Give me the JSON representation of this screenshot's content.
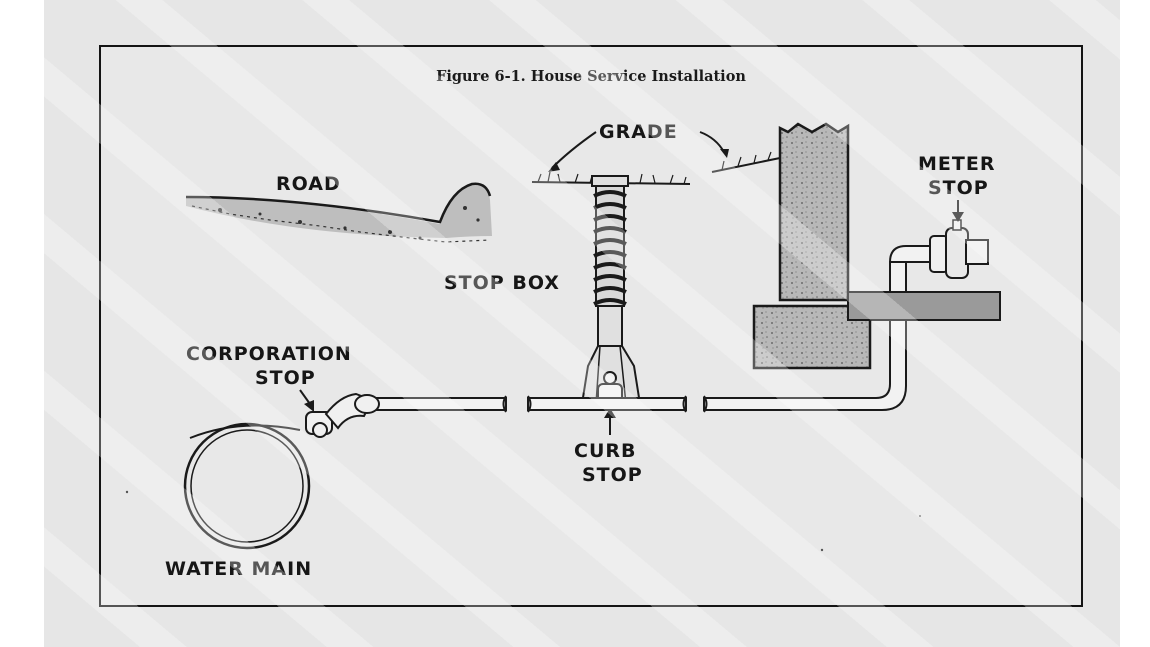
{
  "figure": {
    "title": "Figure 6-1. House Service Installation"
  },
  "labels": {
    "grade": "GRADE",
    "road": "ROAD",
    "meter_stop_line1": "METER",
    "meter_stop_line2": "STOP",
    "stop_box": "STOP BOX",
    "corporation_stop_line1": "CORPORATION",
    "corporation_stop_line2": "STOP",
    "curb_stop_line1": "CURB",
    "curb_stop_line2": "STOP",
    "water_main": "WATER MAIN"
  }
}
